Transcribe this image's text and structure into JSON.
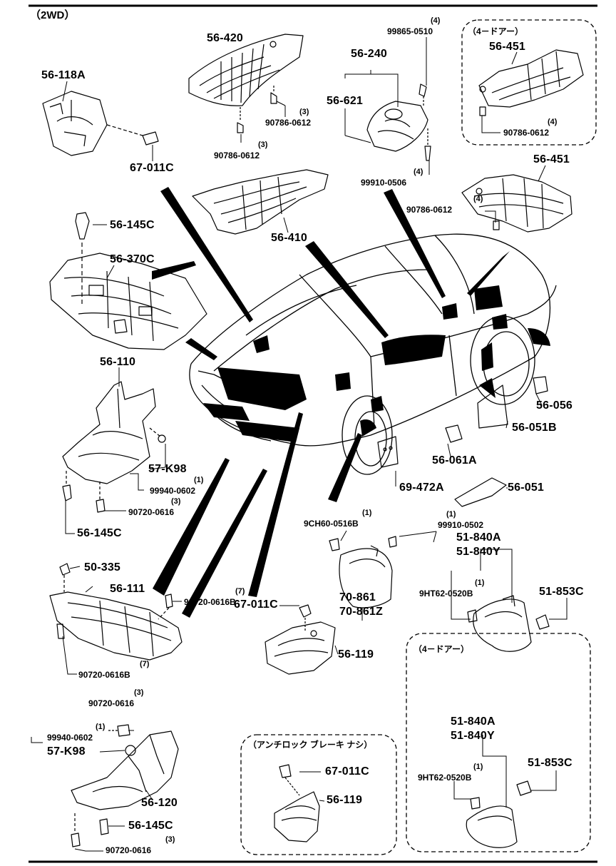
{
  "header": {
    "drive": "（2WD）"
  },
  "groups": {
    "four_door_a": "（4－ドアー）",
    "four_door_b": "（4－ドアー）",
    "no_abs": "（アンチロック ブレーキ ナシ）"
  },
  "parts": {
    "p56_118A": "56-118A",
    "p67_011C_a": "67-011C",
    "p56_420": "56-420",
    "q_3a": "(3)",
    "p90786_0612_a": "90786-0612",
    "q_3b": "(3)",
    "p90786_0612_b": "90786-0612",
    "q_4a": "(4)",
    "p99865_0510": "99865-0510",
    "p56_240": "56-240",
    "p56_621": "56-621",
    "q_4b": "(4)",
    "p99910_0506": "99910-0506",
    "p56_451_a": "56-451",
    "q_4c": "(4)",
    "p90786_0612_c": "90786-0612",
    "p56_451_b": "56-451",
    "q_4d": "(4)",
    "p90786_0612_d": "90786-0612",
    "p56_410": "56-410",
    "p56_145C_a": "56-145C",
    "p56_370C": "56-370C",
    "p56_110": "56-110",
    "p57_K98_a": "57-K98",
    "q_1a": "(1)",
    "p99940_0602_a": "99940-0602",
    "q_3c": "(3)",
    "p90720_0616_a": "90720-0616",
    "p56_145C_b": "56-145C",
    "p56_056": "56-056",
    "p56_051B": "56-051B",
    "p56_061A": "56-061A",
    "p69_472A": "69-472A",
    "p56_051": "56-051",
    "q_1b": "(1)",
    "p9CH60_0516B": "9CH60-0516B",
    "q_1c": "(1)",
    "p99910_0502": "99910-0502",
    "p51_840A_a": "51-840A",
    "p51_840Y_a": "51-840Y",
    "q_1d": "(1)",
    "p9HT62_0520B_a": "9HT62-0520B",
    "p51_853C_a": "51-853C",
    "p50_335": "50-335",
    "p56_111": "56-111",
    "q_7a": "(7)",
    "p90720_0616B_a": "90720-0616B",
    "q_7b": "(7)",
    "p90720_0616B_b": "90720-0616B",
    "p70_861": "70-861",
    "p70_861Z": "70-861Z",
    "p67_011C_b": "67-011C",
    "p56_119_a": "56-119",
    "q_3d": "(3)",
    "p90720_0616_b": "90720-0616",
    "q_1e": "(1)",
    "p99940_0602_b": "99940-0602",
    "p57_K98_b": "57-K98",
    "p56_120": "56-120",
    "p56_145C_c": "56-145C",
    "q_3e": "(3)",
    "p90720_0616_c": "90720-0616",
    "p67_011C_c": "67-011C",
    "p56_119_b": "56-119",
    "p51_840A_b": "51-840A",
    "p51_840Y_b": "51-840Y",
    "q_1f": "(1)",
    "p9HT62_0520B_b": "9HT62-0520B",
    "p51_853C_b": "51-853C"
  }
}
